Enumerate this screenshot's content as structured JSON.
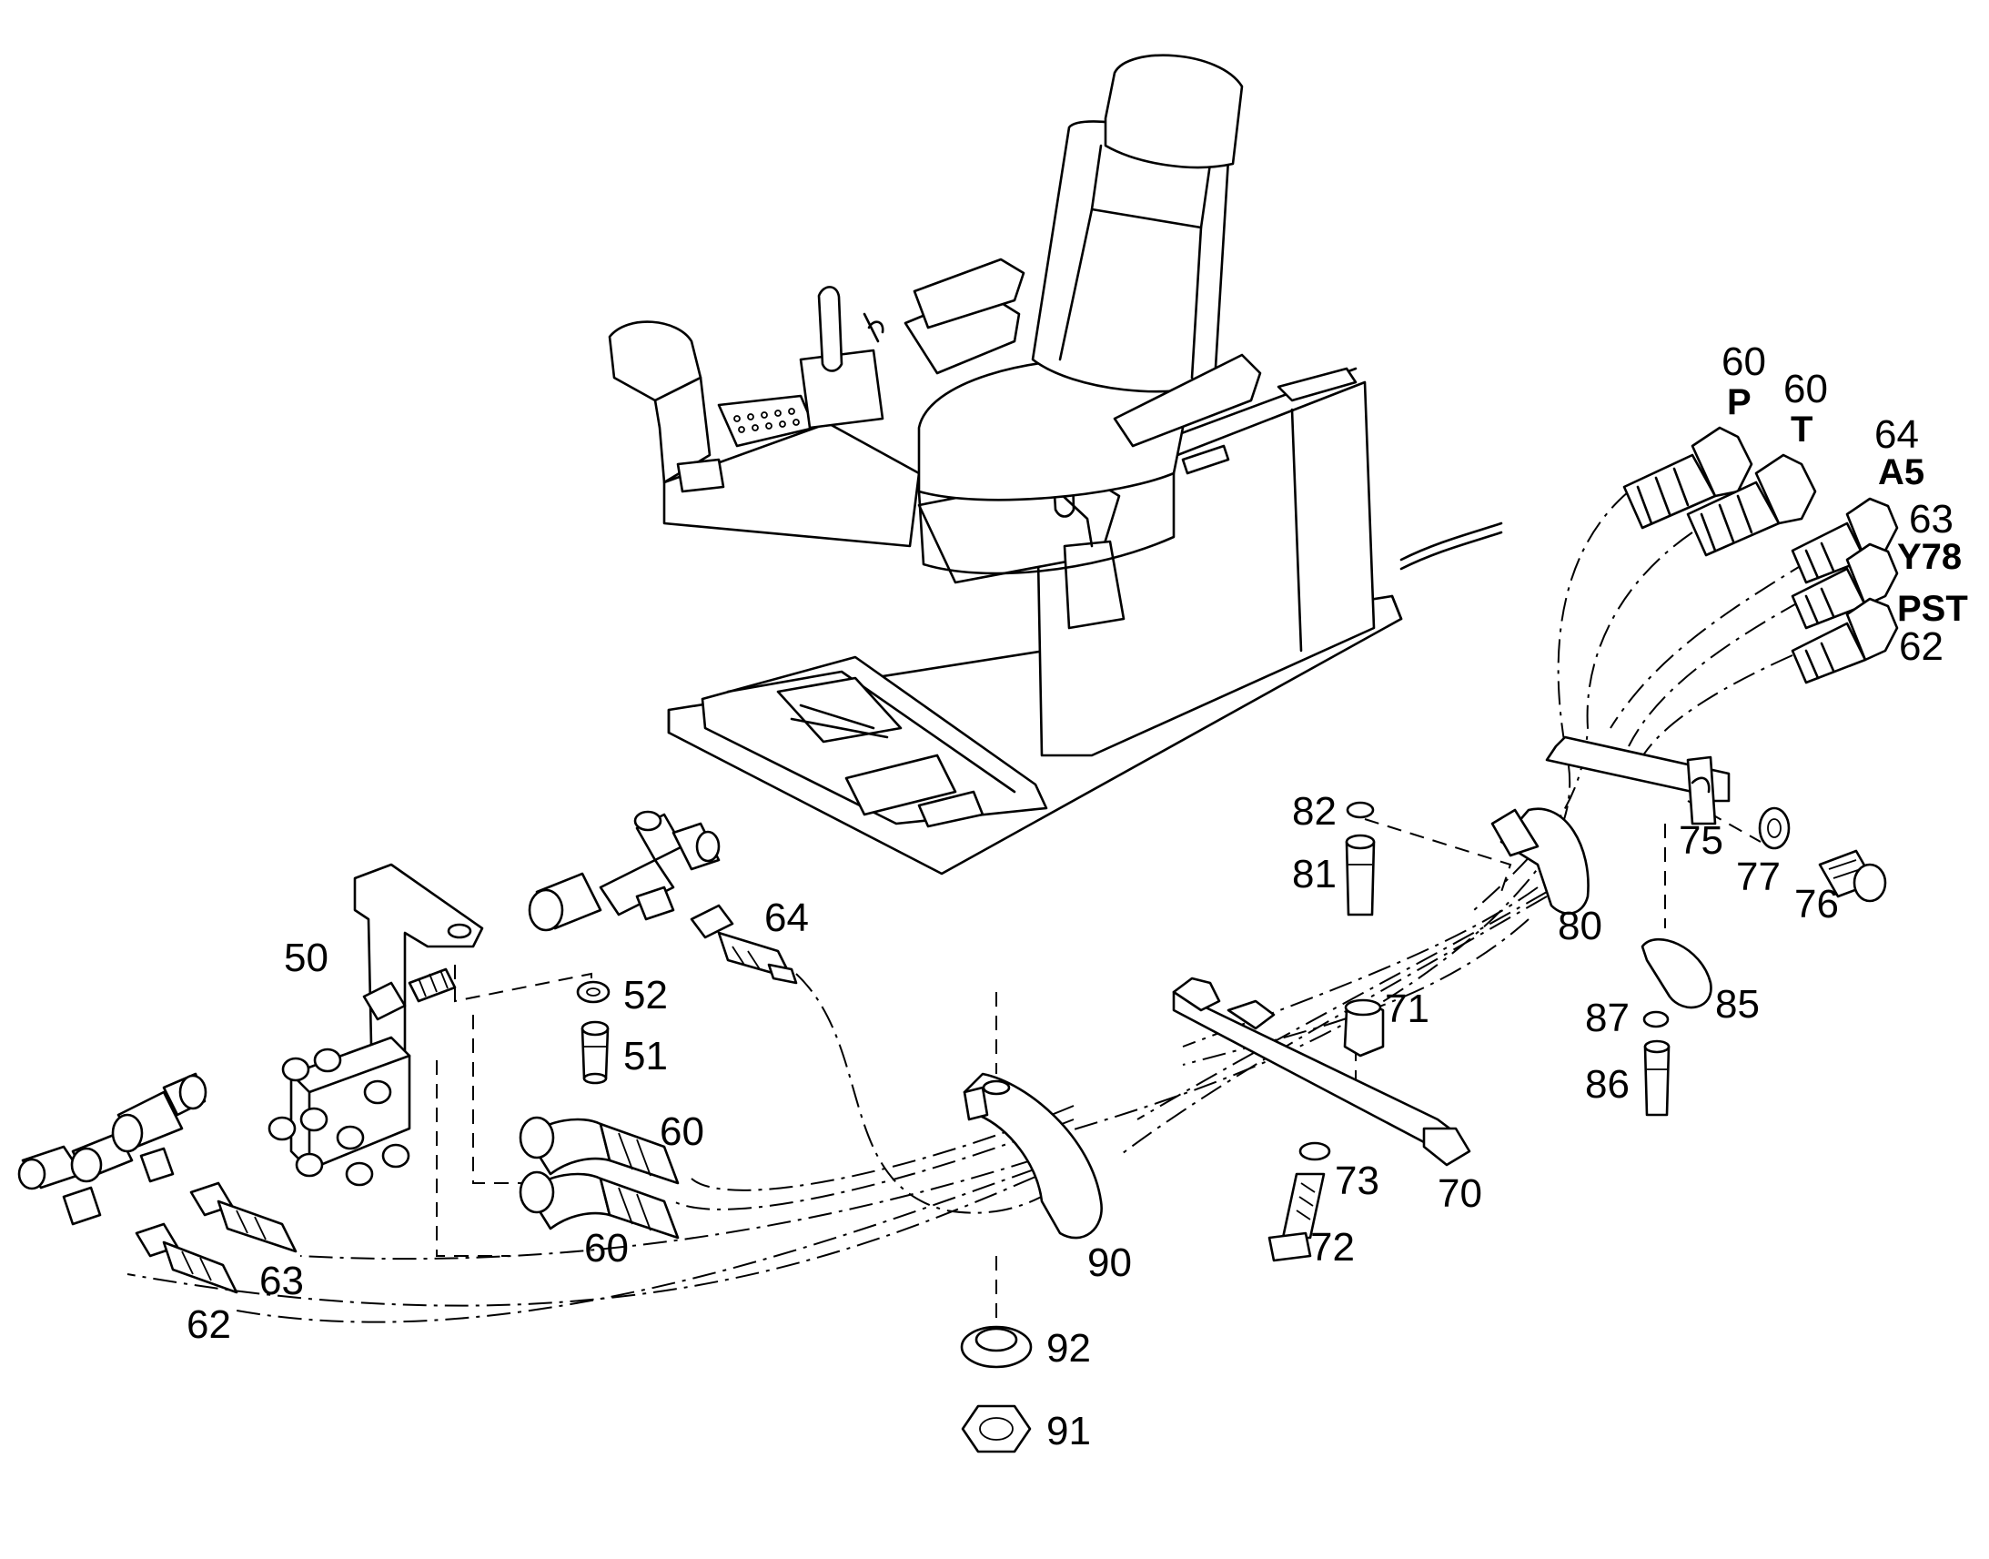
{
  "parts": [
    {
      "id": "p60a",
      "number": "60",
      "port": "P"
    },
    {
      "id": "p60b",
      "number": "60",
      "port": "T"
    },
    {
      "id": "p64a",
      "number": "64",
      "port": "A5"
    },
    {
      "id": "p63a",
      "number": "63",
      "port": "Y78"
    },
    {
      "id": "p62a",
      "number": "62",
      "port": "PST"
    },
    {
      "id": "p82",
      "number": "82"
    },
    {
      "id": "p81",
      "number": "81"
    },
    {
      "id": "p75",
      "number": "75"
    },
    {
      "id": "p77",
      "number": "77"
    },
    {
      "id": "p76",
      "number": "76"
    },
    {
      "id": "p80",
      "number": "80"
    },
    {
      "id": "p85",
      "number": "85"
    },
    {
      "id": "p87",
      "number": "87"
    },
    {
      "id": "p86",
      "number": "86"
    },
    {
      "id": "p71",
      "number": "71"
    },
    {
      "id": "p73",
      "number": "73"
    },
    {
      "id": "p70",
      "number": "70"
    },
    {
      "id": "p72",
      "number": "72"
    },
    {
      "id": "p90",
      "number": "90"
    },
    {
      "id": "p92",
      "number": "92"
    },
    {
      "id": "p91",
      "number": "91"
    },
    {
      "id": "p50",
      "number": "50"
    },
    {
      "id": "p64b",
      "number": "64"
    },
    {
      "id": "p52",
      "number": "52"
    },
    {
      "id": "p51",
      "number": "51"
    },
    {
      "id": "p60c",
      "number": "60"
    },
    {
      "id": "p60d",
      "number": "60"
    },
    {
      "id": "p63b",
      "number": "63"
    },
    {
      "id": "p62b",
      "number": "62"
    }
  ]
}
